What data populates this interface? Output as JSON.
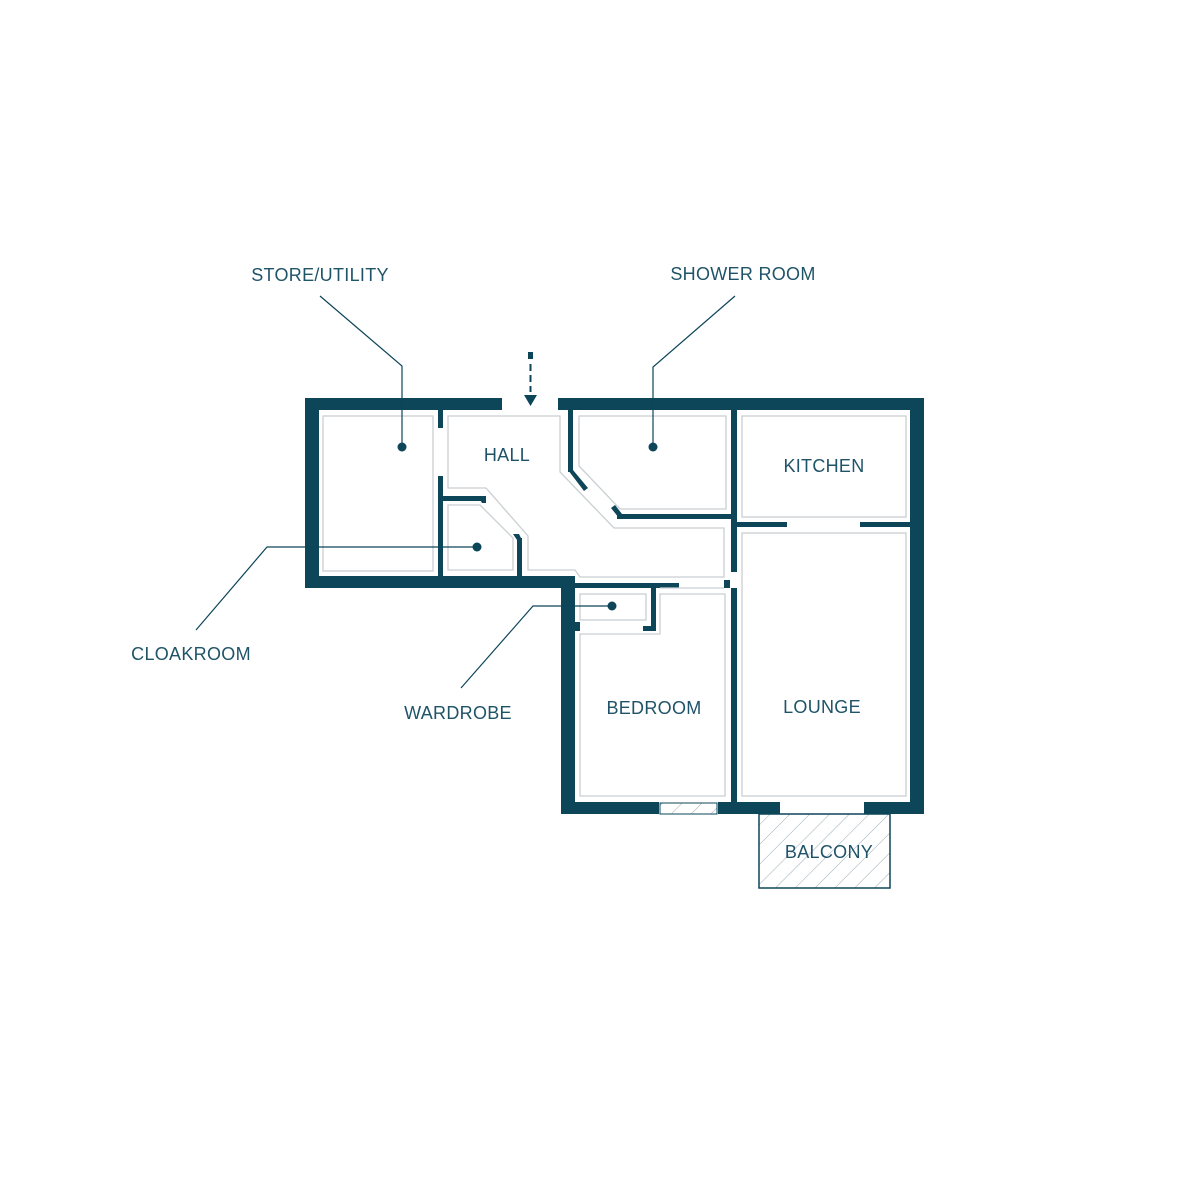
{
  "rooms": {
    "store_utility": "STORE/UTILITY",
    "shower_room": "SHOWER ROOM",
    "hall": "HALL",
    "kitchen": "KITCHEN",
    "cloakroom": "CLOAKROOM",
    "wardrobe": "WARDROBE",
    "bedroom": "BEDROOM",
    "lounge": "LOUNGE",
    "balcony": "BALCONY"
  },
  "colors": {
    "wall": "#0d4559",
    "text": "#1f5368",
    "inner_line": "#c9cfd2",
    "background": "#ffffff"
  },
  "icons": {
    "entrance": "dashed-arrow-down-icon"
  }
}
